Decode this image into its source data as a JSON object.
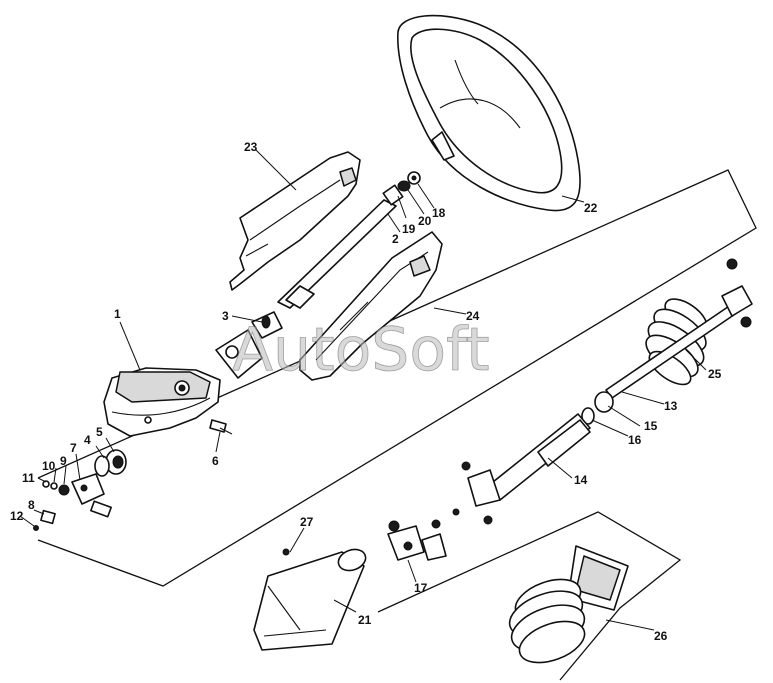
{
  "watermark": "AutoSoft",
  "callouts": [
    {
      "id": "c1",
      "label": "1"
    },
    {
      "id": "c2",
      "label": "2"
    },
    {
      "id": "c3",
      "label": "3"
    },
    {
      "id": "c4",
      "label": "4"
    },
    {
      "id": "c5",
      "label": "5"
    },
    {
      "id": "c6",
      "label": "6"
    },
    {
      "id": "c7",
      "label": "7"
    },
    {
      "id": "c8",
      "label": "8"
    },
    {
      "id": "c9",
      "label": "9"
    },
    {
      "id": "c10",
      "label": "10"
    },
    {
      "id": "c11",
      "label": "11"
    },
    {
      "id": "c12",
      "label": "12"
    },
    {
      "id": "c13",
      "label": "13"
    },
    {
      "id": "c14",
      "label": "14"
    },
    {
      "id": "c15",
      "label": "15"
    },
    {
      "id": "c16",
      "label": "16"
    },
    {
      "id": "c17",
      "label": "17"
    },
    {
      "id": "c18",
      "label": "18"
    },
    {
      "id": "c19",
      "label": "19"
    },
    {
      "id": "c20",
      "label": "20"
    },
    {
      "id": "c21",
      "label": "21"
    },
    {
      "id": "c22",
      "label": "22"
    },
    {
      "id": "c23",
      "label": "23"
    },
    {
      "id": "c24",
      "label": "24"
    },
    {
      "id": "c25",
      "label": "25"
    },
    {
      "id": "c26",
      "label": "26"
    },
    {
      "id": "c27",
      "label": "27"
    }
  ]
}
